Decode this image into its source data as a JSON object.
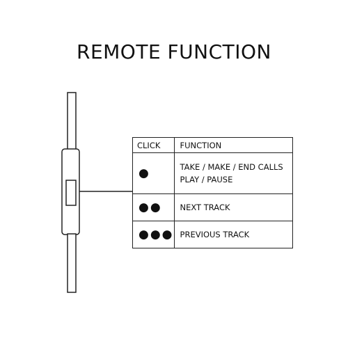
{
  "title": "REMOTE FUNCTION",
  "table": {
    "headers": [
      "CLICK",
      "FUNCTION"
    ],
    "rows": [
      {
        "clicks": "●",
        "functions": [
          "TAKE / MAKE / END CALLS",
          "PLAY / PAUSE"
        ]
      },
      {
        "clicks": "●●",
        "functions": [
          "NEXT TRACK"
        ]
      },
      {
        "clicks": "●●●",
        "functions": [
          "PREVIOUS TRACK"
        ]
      }
    ]
  }
}
